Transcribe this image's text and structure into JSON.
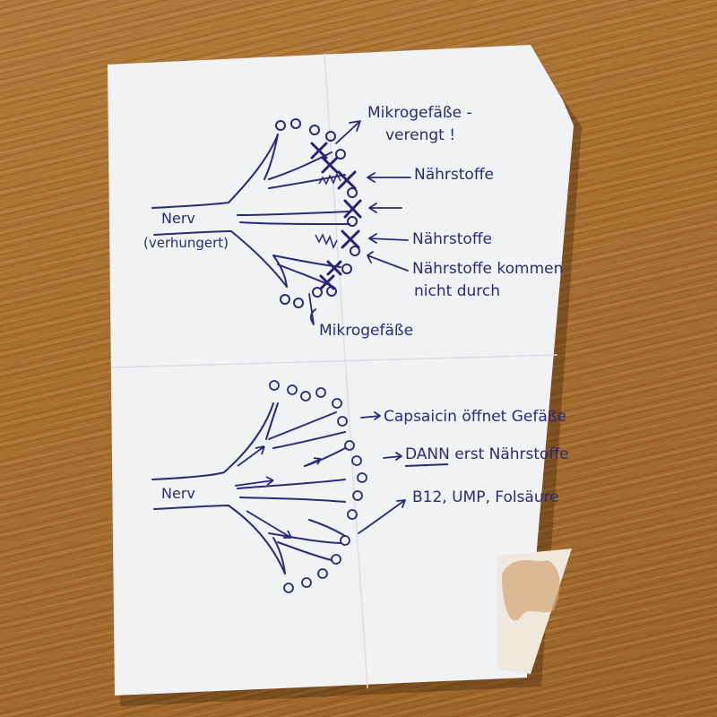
{
  "scene": {
    "description": "Handwritten note on folded paper lying on a wooden table",
    "colors": {
      "wood": "#a8702f",
      "paper": "#f1f2f4",
      "ink": "#2b2a7a",
      "stain": "#c9955a"
    }
  },
  "top_diagram": {
    "nerve_label": "Nerv",
    "nerve_sublabel": "(verhungert)",
    "annotations": {
      "narrowed_line1": "Mikrogefäße -",
      "narrowed_line2": "verengt !",
      "nutrients_1": "Nährstoffe",
      "nutrients_2": "Nährstoffe",
      "blocked_line1": "Nährstoffe kommen",
      "blocked_line2": "nicht durch",
      "microvessels": "Mikrogefäße"
    }
  },
  "bottom_diagram": {
    "nerve_label": "Nerv",
    "annotations": {
      "capsaicin": "Capsaicin öffnet Gefäße",
      "then_prefix": "DANN",
      "then_rest": " erst Nährstoffe",
      "vitamins": "B12, UMP, Folsäure"
    }
  }
}
